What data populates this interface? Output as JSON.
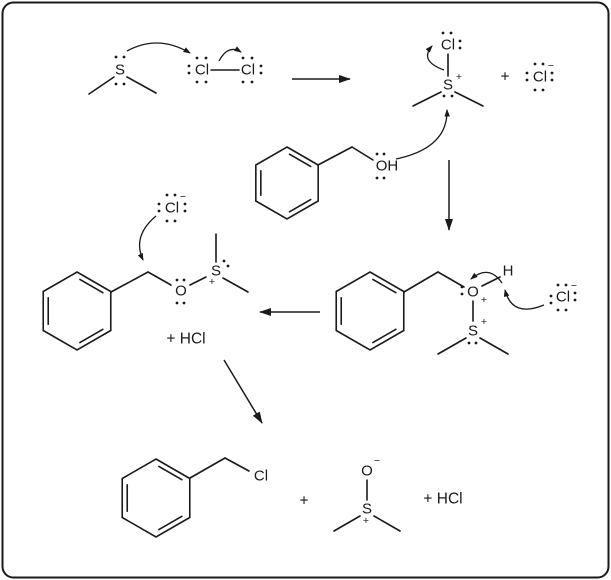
{
  "frame": {
    "background": "#ffffff",
    "border_color": "#1a1a1a"
  },
  "step1": {
    "dimethyl_sulfide": {
      "s": "S"
    },
    "chlorine_molecule": {
      "cl_left": "Cl",
      "cl_right": "Cl"
    }
  },
  "step2": {
    "chlorosulfonium": {
      "cl": "Cl",
      "s": "S",
      "s_charge": "+"
    },
    "plus": "+",
    "chloride_ion": {
      "cl": "Cl",
      "charge": "−"
    }
  },
  "step3": {
    "benzyl_alcohol": {
      "oh": "OH"
    }
  },
  "step4": {
    "benzyl_oxysulfonium": {
      "o": "O",
      "o_charge": "+",
      "h": "H",
      "s": "S",
      "s_charge": "+"
    },
    "chloride_ion": {
      "cl": "Cl",
      "charge": "−"
    }
  },
  "step5": {
    "chloride_ion": {
      "cl": "Cl",
      "charge": "−"
    },
    "intermediate": {
      "o": "O",
      "s": "S",
      "s_charge": "+"
    },
    "byproduct": "+ HCl"
  },
  "step6": {
    "benzyl_chloride": {
      "cl": "Cl"
    },
    "plus": "+",
    "dmso": {
      "o": "O",
      "o_charge": "−",
      "s": "S",
      "s_charge": "+"
    },
    "byproduct": "+ HCl"
  }
}
